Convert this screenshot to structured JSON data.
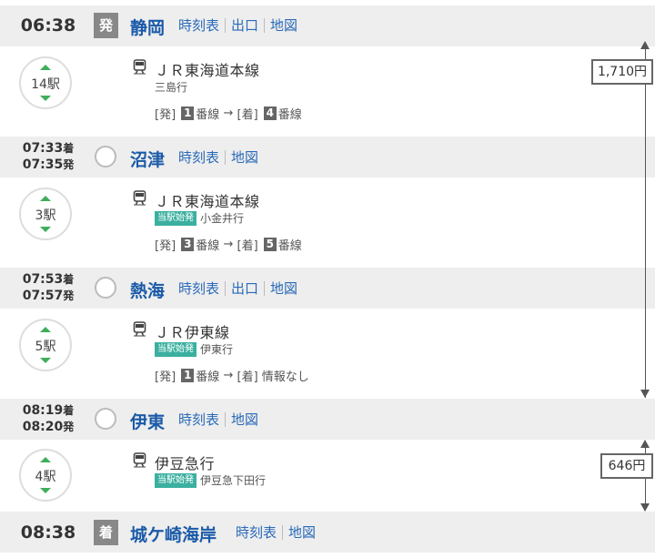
{
  "stations": [
    {
      "name": "静岡",
      "time": "06:38",
      "tag": "発",
      "links": [
        "時刻表",
        "出口",
        "地図"
      ]
    },
    {
      "name": "沼津",
      "arr": "07:33",
      "dep": "07:35",
      "arr_suffix": "着",
      "dep_suffix": "発",
      "links": [
        "時刻表",
        "地図"
      ]
    },
    {
      "name": "熱海",
      "arr": "07:53",
      "dep": "07:57",
      "arr_suffix": "着",
      "dep_suffix": "発",
      "links": [
        "時刻表",
        "出口",
        "地図"
      ]
    },
    {
      "name": "伊東",
      "arr": "08:19",
      "dep": "08:20",
      "arr_suffix": "着",
      "dep_suffix": "発",
      "links": [
        "時刻表",
        "地図"
      ]
    },
    {
      "name": "城ケ崎海岸",
      "time": "08:38",
      "tag": "着",
      "links": [
        "時刻表",
        "地図"
      ]
    }
  ],
  "segments": [
    {
      "stops": "14駅",
      "line": "ＪＲ東海道本線",
      "badge": "",
      "dest": "三島行",
      "platform": {
        "dep_label": "[発]",
        "dep_num": "1",
        "dep_suffix": "番線",
        "arrow": "→",
        "arr_label": "[着]",
        "arr_num": "4",
        "arr_suffix": "番線",
        "arr_none": ""
      }
    },
    {
      "stops": "3駅",
      "line": "ＪＲ東海道本線",
      "badge": "当駅始発",
      "dest": "小金井行",
      "platform": {
        "dep_label": "[発]",
        "dep_num": "3",
        "dep_suffix": "番線",
        "arrow": "→",
        "arr_label": "[着]",
        "arr_num": "5",
        "arr_suffix": "番線",
        "arr_none": ""
      }
    },
    {
      "stops": "5駅",
      "line": "ＪＲ伊東線",
      "badge": "当駅始発",
      "dest": "伊東行",
      "platform": {
        "dep_label": "[発]",
        "dep_num": "1",
        "dep_suffix": "番線",
        "arrow": "→",
        "arr_label": "[着]",
        "arr_num": "",
        "arr_suffix": "",
        "arr_none": "情報なし"
      }
    },
    {
      "stops": "4駅",
      "line": "伊豆急行",
      "badge": "当駅始発",
      "dest": "伊豆急下田行",
      "platform": null
    }
  ],
  "fares": [
    "1,710円",
    "646円"
  ],
  "icons": {
    "train": "train-icon",
    "stops_up": "arrow-up-icon",
    "stops_down": "arrow-down-icon"
  },
  "colors": {
    "rail_jr": "#f06432",
    "rail_izu": "#e8392e",
    "station_link": "#1a5aa8",
    "badge": "#3bb0a0"
  }
}
